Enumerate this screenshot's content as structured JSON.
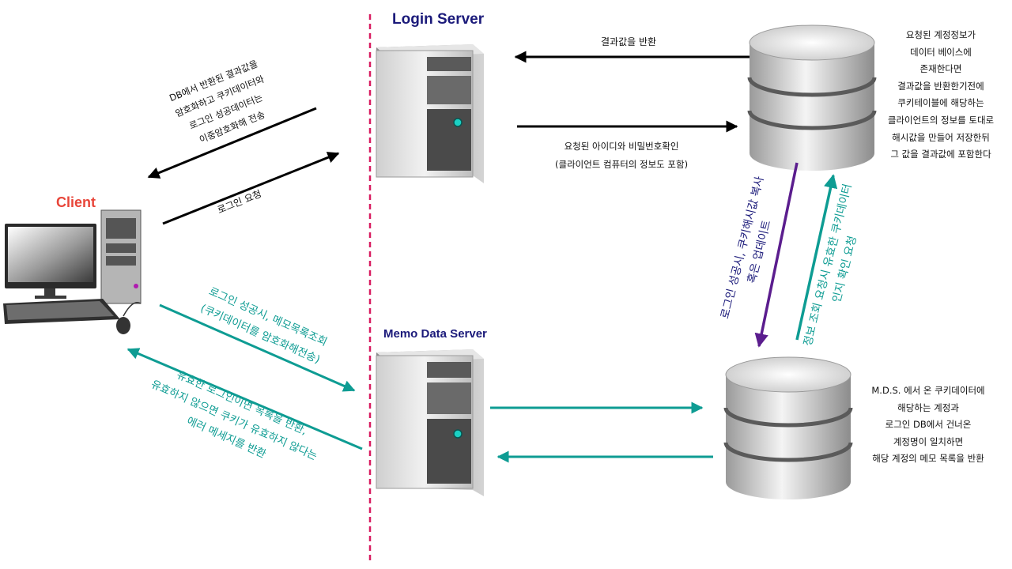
{
  "colors": {
    "divider": "#d81b60",
    "teal": "#0e9c93",
    "purple": "#5b1d8e",
    "navy": "#1b1a7a",
    "client_red": "#e8463a",
    "black": "#000000"
  },
  "titles": {
    "login_server": "Login Server",
    "memo_server": "Memo Data Server",
    "client": "Client"
  },
  "labels": {
    "db_return_encrypt": [
      "DB에서 반환된 결과값을",
      "암호화하고 쿠키데이터와",
      "로그인 성공데이터는",
      "이중암호화해 전송"
    ],
    "login_request": "로그인 요청",
    "result_return": "결과값을 반환",
    "id_pw_check": [
      "요청된 아이디와 비밀번호확인",
      "(클라이언트 컴퓨터의 정보도 포함)"
    ],
    "login_db_note": [
      "요청된 계정정보가",
      "데이터 베이스에",
      "존재한다면",
      "결과값을 반환한기전에",
      "쿠키테이블에 해당하는",
      "클라이언트의 정보를 토대로",
      "해시값을 만들어 저장한뒤",
      "그 값을 결과값에 포함한다"
    ],
    "cookie_copy": [
      "로그인 성공시, 쿠키해시값 복사",
      "혹은 업데이트"
    ],
    "cookie_verify": [
      "정보 조회 요청시 유효한 쿠키데이터",
      "인지 확인 요청"
    ],
    "memo_request": [
      "로그인 성공시, 메모목록조회",
      "(쿠키데이터를 암호화해전송)"
    ],
    "memo_response": [
      "유효한 로그인이면 목록을 반환,",
      "유효하지 않으면 쿠키가 유효하지 않다는",
      "에러 메세지를 반환"
    ],
    "memo_db_note": [
      "M.D.S. 에서 온 쿠키데이터에",
      "해당하는 계정과",
      "로그인 DB에서 건너온",
      "계정명이 일치하면",
      "해당 계정의 메모 목록을 반환"
    ]
  },
  "icons": [
    "login-server-tower-icon",
    "memo-server-tower-icon",
    "client-computer-icon",
    "login-database-icon",
    "memo-database-icon"
  ]
}
